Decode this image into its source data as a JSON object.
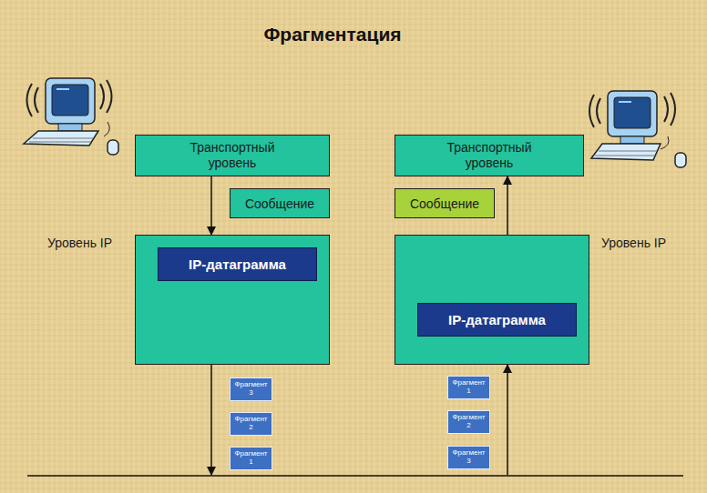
{
  "diagram": {
    "title": "Фрагментация",
    "nodes": [
      {
        "text": [
          "Транспортный уровень"
        ]
      },
      {
        "text": [
          "Сообщение"
        ]
      },
      {
        "text": []
      },
      {
        "text": [
          "IP-датаграмма"
        ],
        "in": 2
      },
      {
        "text": [
          "Фрагмент 3"
        ]
      },
      {
        "text": [
          "Фрагмент 2"
        ]
      },
      {
        "text": [
          "Фрагмент 1"
        ]
      },
      {
        "text": [
          "Транспортный уровень"
        ]
      },
      {
        "text": [
          "Сообщение"
        ]
      },
      {
        "text": []
      },
      {
        "text": [
          "IP-датаграмма"
        ],
        "in": 9
      },
      {
        "text": [
          "Фрагмент 1"
        ]
      },
      {
        "text": [
          "Фрагмент 2"
        ]
      },
      {
        "text": [
          "Фрагмент 3"
        ]
      }
    ],
    "edges": [
      {
        "from": 0,
        "to": 2,
        "arrow": "to"
      },
      {
        "from": 9,
        "to": 7,
        "arrow": "to"
      }
    ],
    "labels": [
      "Уровень IP",
      "Уровень IP"
    ]
  }
}
